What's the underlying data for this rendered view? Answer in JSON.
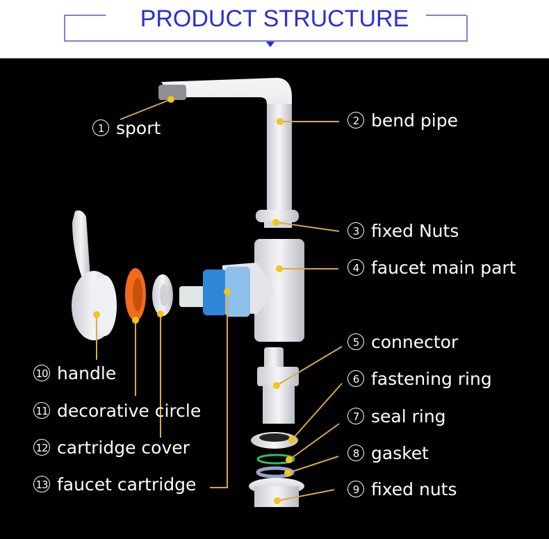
{
  "header": {
    "title": "PRODUCT STRUCTURE",
    "title_color": "#2a2fd0",
    "frame_color": "#7b7fd6"
  },
  "diagram": {
    "background": "#000000",
    "leader_color": "#d9a94a",
    "dot_color": "#f5c518",
    "parts": [
      {
        "num": "1",
        "name": "sport"
      },
      {
        "num": "2",
        "name": "bend pipe"
      },
      {
        "num": "3",
        "name": "fixed Nuts"
      },
      {
        "num": "4",
        "name": "faucet main part"
      },
      {
        "num": "5",
        "name": "connector"
      },
      {
        "num": "6",
        "name": "fastening ring"
      },
      {
        "num": "7",
        "name": "seal ring"
      },
      {
        "num": "8",
        "name": "gasket"
      },
      {
        "num": "9",
        "name": "fixed nuts"
      },
      {
        "num": "10",
        "name": "handle"
      },
      {
        "num": "11",
        "name": "decorative circle"
      },
      {
        "num": "12",
        "name": "cartridge cover"
      },
      {
        "num": "13",
        "name": "faucet cartridge"
      }
    ]
  }
}
